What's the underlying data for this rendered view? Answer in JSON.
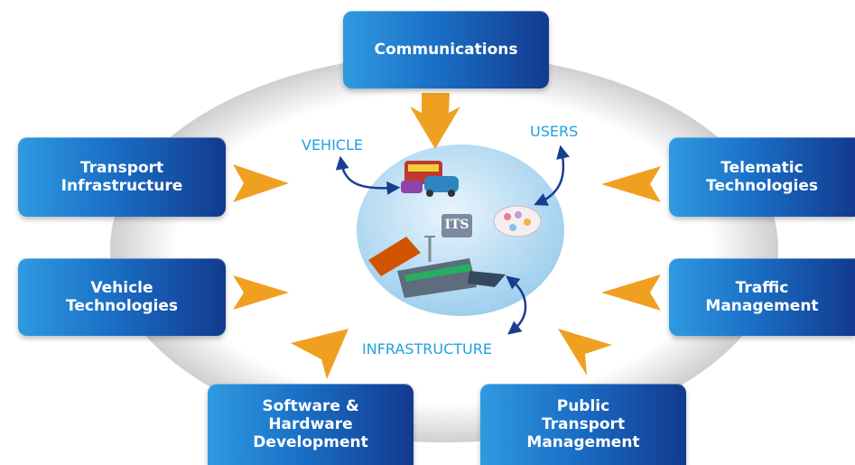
{
  "center_label": "ITS",
  "hub_labels": {
    "vehicle": "VEHICLE",
    "users": "USERS",
    "infrastructure": "INFRASTRUCTURE"
  },
  "boxes": {
    "communications": "Communications",
    "transport_infrastructure": "Transport\nInfrastructure",
    "vehicle_technologies": "Vehicle\nTechnologies",
    "software_hardware": "Software &\nHardware\nDevelopment",
    "public_transport": "Public\nTransport\nManagement",
    "traffic_management": "Traffic\nManagement",
    "telematic_technologies": "Telematic\nTechnologies"
  },
  "colors": {
    "arrow": "#f0a020",
    "hub_text": "#1fa0e0",
    "ring": "#d4d4d4",
    "box_dark": "#123a8e",
    "box_light": "#2f9ae0"
  }
}
